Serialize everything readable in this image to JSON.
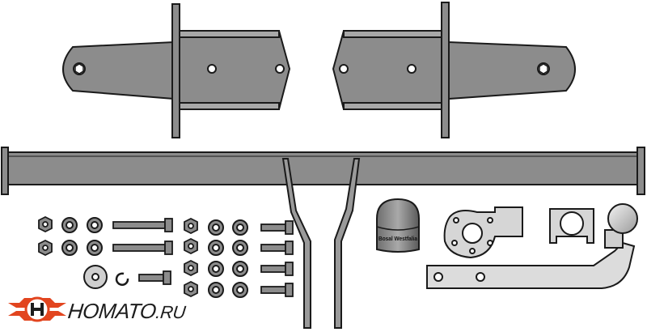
{
  "logo": {
    "brand": "HOMATO",
    "domain": ".RU"
  },
  "socket_label": "Bosal Westfalia",
  "colors": {
    "metal_dark": "#8c8c8c",
    "metal_light": "#d6d6d6",
    "logo_red": "#e2451f",
    "outline": "#1a1a1a"
  }
}
